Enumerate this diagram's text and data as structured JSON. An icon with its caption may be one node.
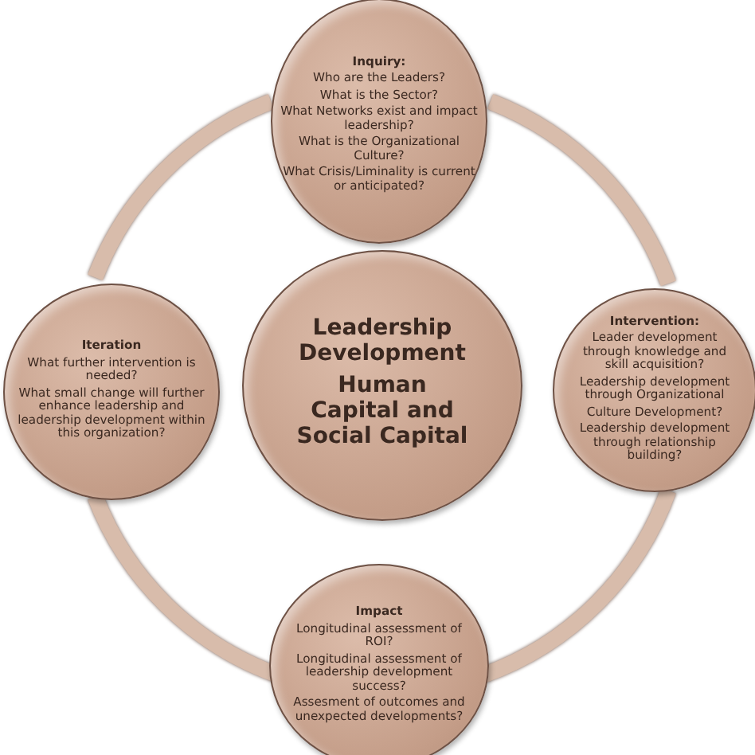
{
  "diagram": {
    "nodes": [
      {
        "text": [
          "Leadership Development",
          "Human Capital and Social Capital"
        ]
      },
      {
        "text": [
          "Inquiry:",
          "Who are the Leaders?",
          "What is the Sector?",
          "What Networks exist and impact leadership?",
          "What is the Organizational Culture?",
          "What Crisis/Liminality is current or anticipated?"
        ]
      },
      {
        "text": [
          "Intervention:",
          "Leader development through knowledge and skill acquisition?",
          "Leadership development through Organizational",
          "Culture Development?",
          "Leadership development through relationship building?"
        ]
      },
      {
        "text": [
          "Impact",
          "Longitudinal assessment of ROI?",
          "Longitudinal assessment of leadership development success?",
          "Assesment of outcomes and unexpected developments?"
        ]
      },
      {
        "text": [
          "Iteration",
          "What further intervention is needed?",
          "What small change will further enhance leadership and leadership development within this organization?"
        ]
      }
    ],
    "edges": [
      {
        "from": 1,
        "to": 2,
        "arrow": "none"
      },
      {
        "from": 2,
        "to": 3,
        "arrow": "none"
      },
      {
        "from": 3,
        "to": 4,
        "arrow": "none"
      },
      {
        "from": 4,
        "to": 1,
        "arrow": "none"
      }
    ]
  }
}
